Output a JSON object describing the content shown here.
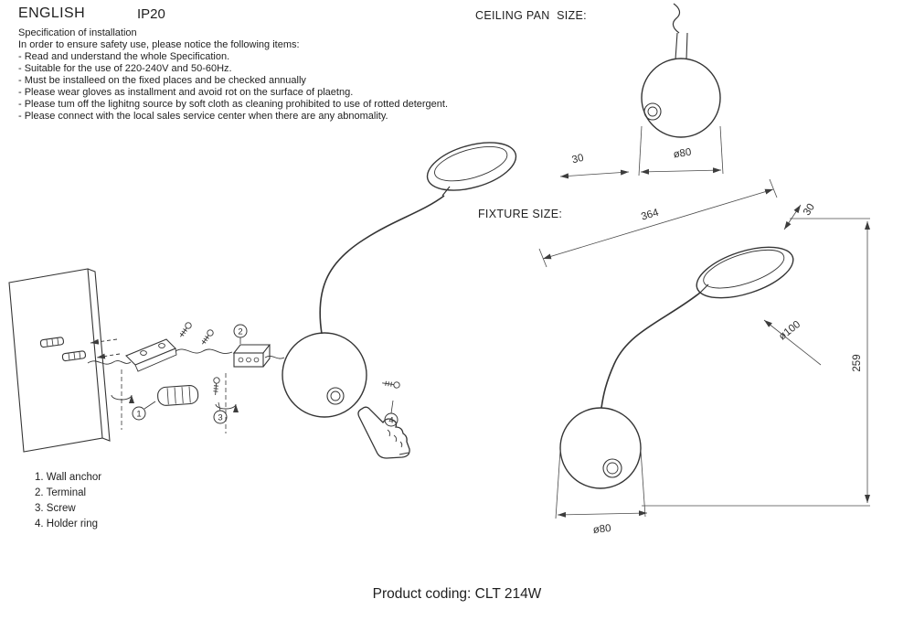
{
  "header": {
    "language": "ENGLISH",
    "ip_rating": "IP20"
  },
  "spec": {
    "title": "Specification of installation",
    "intro": "In order to ensure safety use, please notice the following items:",
    "items": [
      "- Read and understand the whole Specification.",
      "- Suitable for the use of 220-240V and 50-60Hz.",
      "- Must be installeed on the fixed places and be checked annually",
      "- Please wear gloves as installment and avoid rot on the surface of plaetng.",
      "- Please tum off the lighitng source by soft cloth as cleaning prohibited to use of rotted detergent.",
      "- Please connect with the local sales service center when there are any abnomality."
    ]
  },
  "ceiling_pan": {
    "label": "CEILING PAN  SIZE:",
    "dims": {
      "depth": "30",
      "diameter": "ø80"
    }
  },
  "fixture": {
    "label": "FIXTURE SIZE:",
    "dims": {
      "arm_length": "364",
      "head_depth": "30",
      "head_diameter": "ø100",
      "height": "259",
      "base_diameter": "ø80"
    }
  },
  "callouts": [
    "1",
    "2",
    "3",
    "4"
  ],
  "parts_list": {
    "items": [
      "1. Wall anchor",
      "2. Terminal",
      "3. Screw",
      "4. Holder ring"
    ]
  },
  "footer": {
    "product_coding": "Product coding: CLT 214W"
  }
}
